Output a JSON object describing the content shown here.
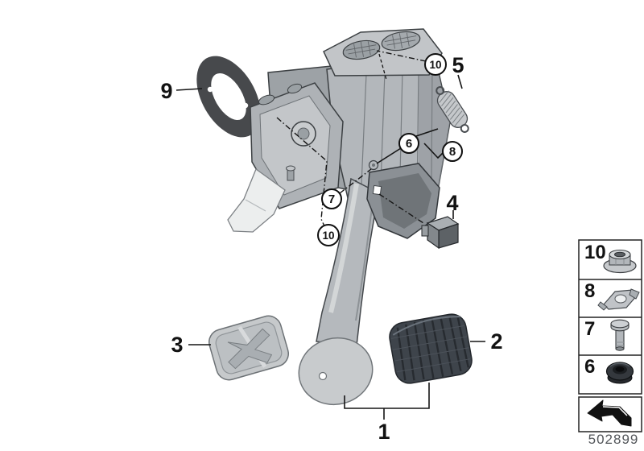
{
  "diagram": {
    "kind": "exploded-parts-diagram",
    "subject": "pedal-assembly"
  },
  "callouts": {
    "gasket": "9",
    "nut_top": "10",
    "spring": "5",
    "grommet": "6",
    "clip": "8",
    "pin": "7",
    "nut_lower": "10",
    "switch": "4",
    "pad_left": "3",
    "pad_right": "2",
    "assembly": "1"
  },
  "legend": {
    "items": [
      {
        "label": "10",
        "icon": "flange-nut-icon"
      },
      {
        "label": "8",
        "icon": "retaining-clip-icon"
      },
      {
        "label": "7",
        "icon": "clevis-pin-icon"
      },
      {
        "label": "6",
        "icon": "rubber-grommet-icon"
      }
    ],
    "arrow_icon": "direction-arrow-icon"
  },
  "footer": {
    "code": "502899"
  },
  "colors": {
    "line": "#151515",
    "metal_light": "#c8cbcd",
    "metal_mid": "#aeb2b6",
    "metal_dark": "#84898d",
    "white_part": "#eceeee",
    "rubber_dark": "#3e444b",
    "gasket_dark": "#47494c",
    "code_text": "#53565a",
    "background": "#ffffff"
  }
}
